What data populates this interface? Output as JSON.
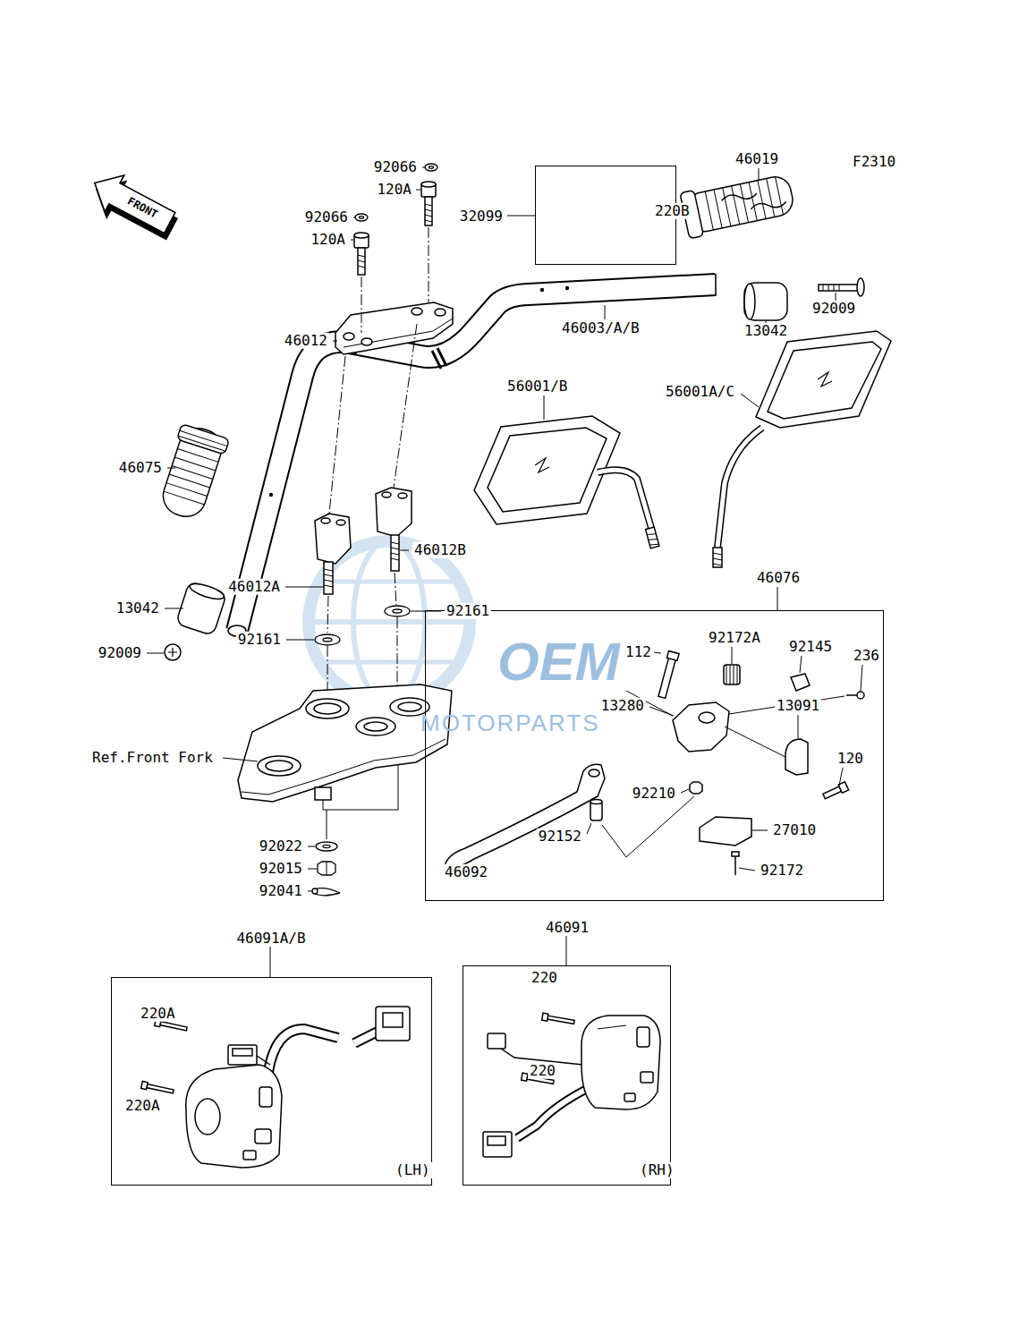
{
  "diagram": {
    "nodes": [
      {
        "text": [
          "32099"
        ]
      },
      {
        "text": [
          "46076"
        ]
      },
      {
        "text": [
          "46091A/B"
        ]
      },
      {
        "text": [
          "46091"
        ]
      }
    ],
    "labels": [
      "F2310",
      "FRONT",
      "92066",
      "120A",
      "92066",
      "120A",
      "220B",
      "46019",
      "46012",
      "46003/A/B",
      "13042",
      "92009",
      "56001/B",
      "56001A/C",
      "46075",
      "46012B",
      "46012A",
      "13042",
      "92161",
      "92161",
      "92009",
      "OEM",
      "MOTORPARTS",
      "112",
      "92172A",
      "92145",
      "236",
      "13280",
      "13091",
      "120",
      "Ref.Front Fork",
      "92210",
      "27010",
      "92152",
      "92172",
      "46092",
      "92022",
      "92015",
      "92041",
      "220A",
      "220A",
      "(LH)",
      "220",
      "220",
      "(RH)"
    ]
  }
}
